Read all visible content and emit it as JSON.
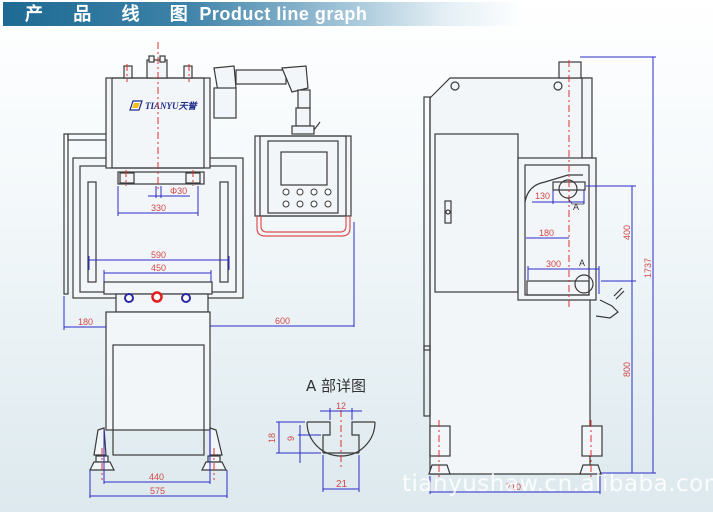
{
  "header": {
    "title_cn": "产 品 线 图",
    "title_en": "Product line graph"
  },
  "brand": {
    "logo_text": "TIANYU天誉"
  },
  "colors": {
    "banner": "#1d6a93",
    "dimension_line": "#2c2cc8",
    "dimension_text": "#d04848",
    "center_line": "#e03030",
    "outline": "#3a3a3a"
  },
  "front_view": {
    "dimensions": {
      "bore": "Φ30",
      "ram_width": "330",
      "table_outer": "590",
      "table_inner": "450",
      "left_offset": "180",
      "control_reach": "600",
      "foot_inner": "440",
      "foot_outer": "575"
    },
    "control_panel": {
      "buttons": 8
    }
  },
  "side_view": {
    "dimensions": {
      "ram_offset": "130",
      "throat_depth": "180",
      "table_depth": "300",
      "stroke_gap": "400",
      "table_height": "800",
      "overall_height": "1737",
      "base_depth": "710"
    },
    "callout_top": "A",
    "callout_bottom": "A"
  },
  "detail_a": {
    "title": "A 部详图",
    "dimensions": {
      "slot_width": "12",
      "slot_total_depth": "18",
      "slot_neck_depth": "9",
      "slot_bottom_width": "21"
    }
  },
  "watermark": "tianyushaw.cn.alibaba.com"
}
